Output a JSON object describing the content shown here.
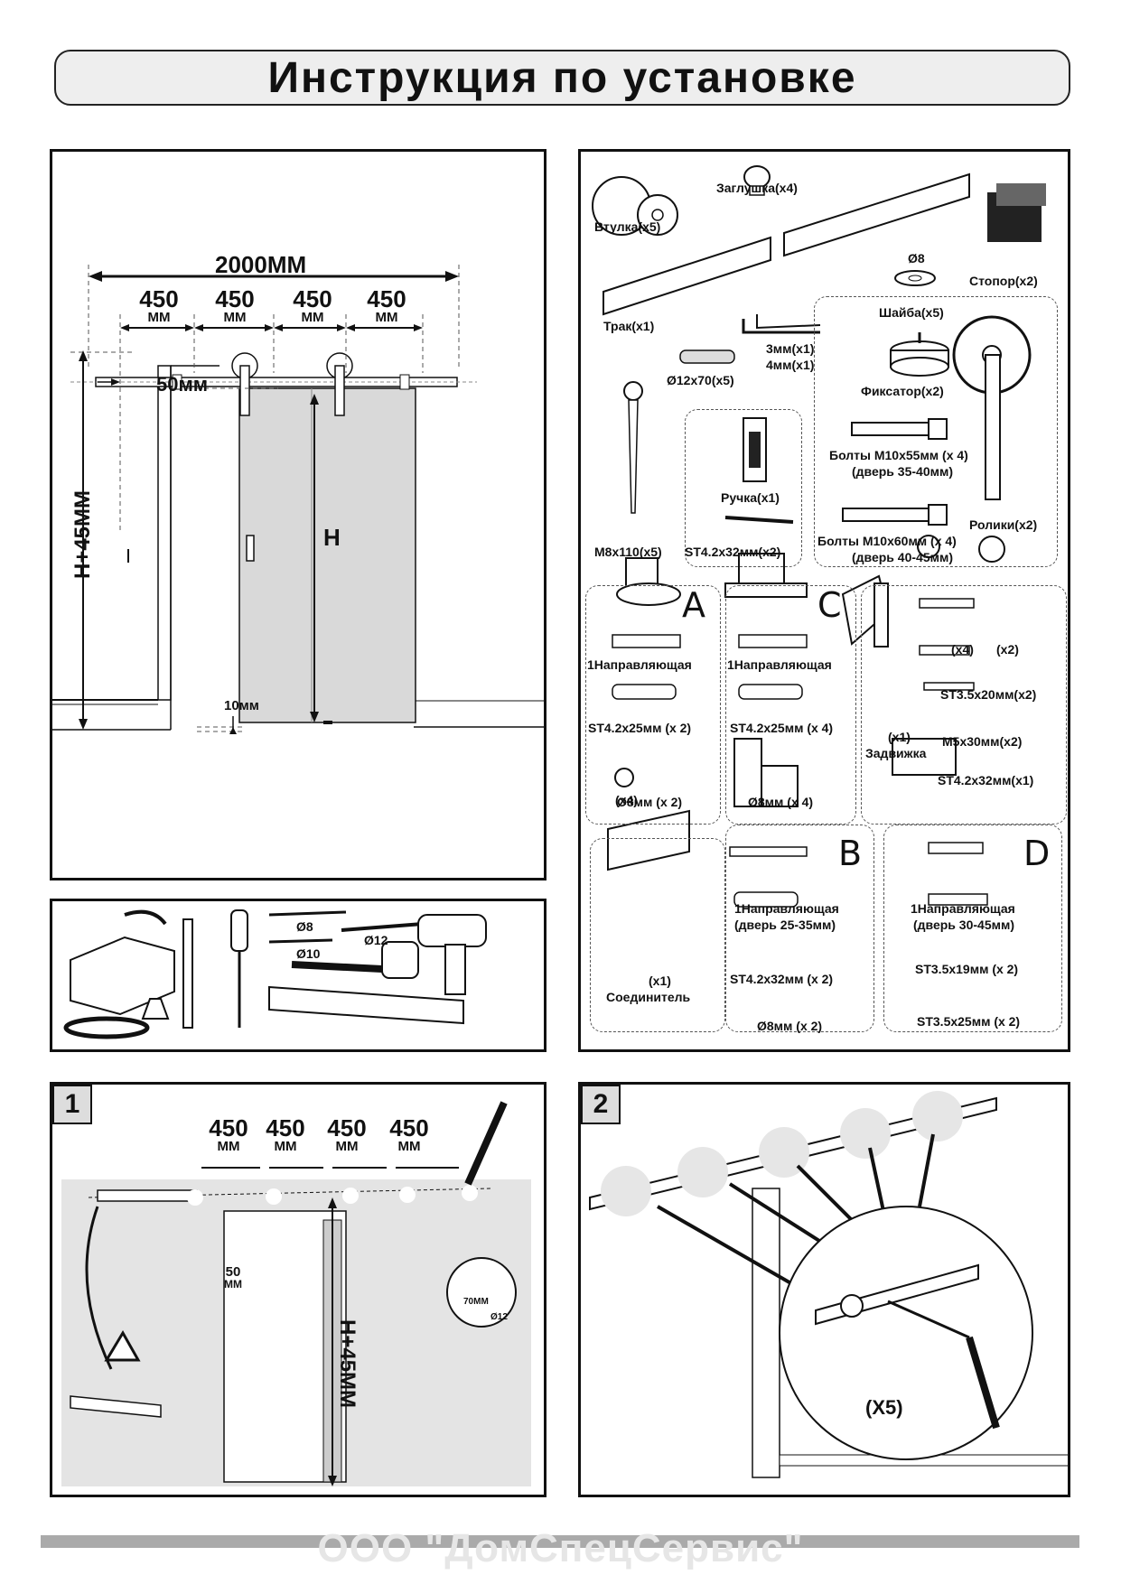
{
  "title": "Инструкция по установке",
  "overview": {
    "total": "2000ММ",
    "segments": [
      "450",
      "450",
      "450",
      "450"
    ],
    "unit": "ММ",
    "offset": "50мм",
    "height_label": "H+45MM",
    "door_h": "H",
    "gap": "10мм"
  },
  "parts": {
    "vtulka": "Втулка(х5)",
    "zaglushka": "Заглушка(х4)",
    "trak": "Трак(х1)",
    "washer_d": "Ø8",
    "shaiba": "Шайба(х5)",
    "stopor": "Стопор(х2)",
    "hex1": "3мм(х1)",
    "hex2": "4мм(х1)",
    "anchor": "Ø12х70(х5)",
    "fiksator": "Фиксатор(х2)",
    "bolt_long": "М8х110(х5)",
    "handle": "Ручка(х1)",
    "handle_screw": "ST4.2х32мм(х2)",
    "bolts55_a": "Болты М10х55мм (х 4)",
    "bolts55_b": "(дверь 35-40мм)",
    "bolts60_a": "Болты М10х60мм (х 4)",
    "bolts60_b": "(дверь 40-45мм)",
    "roliki": "Ролики(х2)"
  },
  "kit_a": {
    "letter": "A",
    "guide": "1Направляющая",
    "screw": "ST4.2х25мм (х 2)",
    "dowel": "Ø8мм (х 2)"
  },
  "kit_c": {
    "letter": "C",
    "guide": "1Направляющая",
    "screw": "ST4.2х25мм (х 4)",
    "dowel": "Ø8мм (х 4)"
  },
  "latch": {
    "x4": "(х4)",
    "x2": "(х2)",
    "s1": "ST3.5х20мм(х2)",
    "x1": "(х1)",
    "name": "Задвижка",
    "s2": "М5х30мм(х2)",
    "s3": "ST4.2х32мм(х1)"
  },
  "connector": {
    "x4": "(х4)",
    "x1": "(х1)",
    "name": "Соединитель"
  },
  "kit_b": {
    "letter": "B",
    "guide": "1Направляющая",
    "door": "(дверь 25-35мм)",
    "screw": "ST4.2х32мм (х 2)",
    "dowel": "Ø8мм (х 2)"
  },
  "kit_d": {
    "letter": "D",
    "guide": "1Направляющая",
    "door": "(дверь 30-45мм)",
    "s1": "ST3.5х19мм (х 2)",
    "s2": "ST3.5х25мм (х 2)"
  },
  "tools": {
    "d8": "Ø8",
    "d10": "Ø10",
    "d12": "Ø12"
  },
  "step1": {
    "num": "1",
    "segments": [
      "450",
      "450",
      "450",
      "450"
    ],
    "unit": "ММ",
    "offset": "50",
    "offset_unit": "ММ",
    "height": "H+45MM",
    "drill_depth": "70ММ",
    "drill_d": "Ø12"
  },
  "step2": {
    "num": "2",
    "mult": "(Х5)"
  },
  "watermark": "ООО \"ДомСпецСервис\"",
  "colors": {
    "door_fill": "#d9d9d9",
    "wall_fill": "#e4e4e4",
    "line": "#111111"
  }
}
